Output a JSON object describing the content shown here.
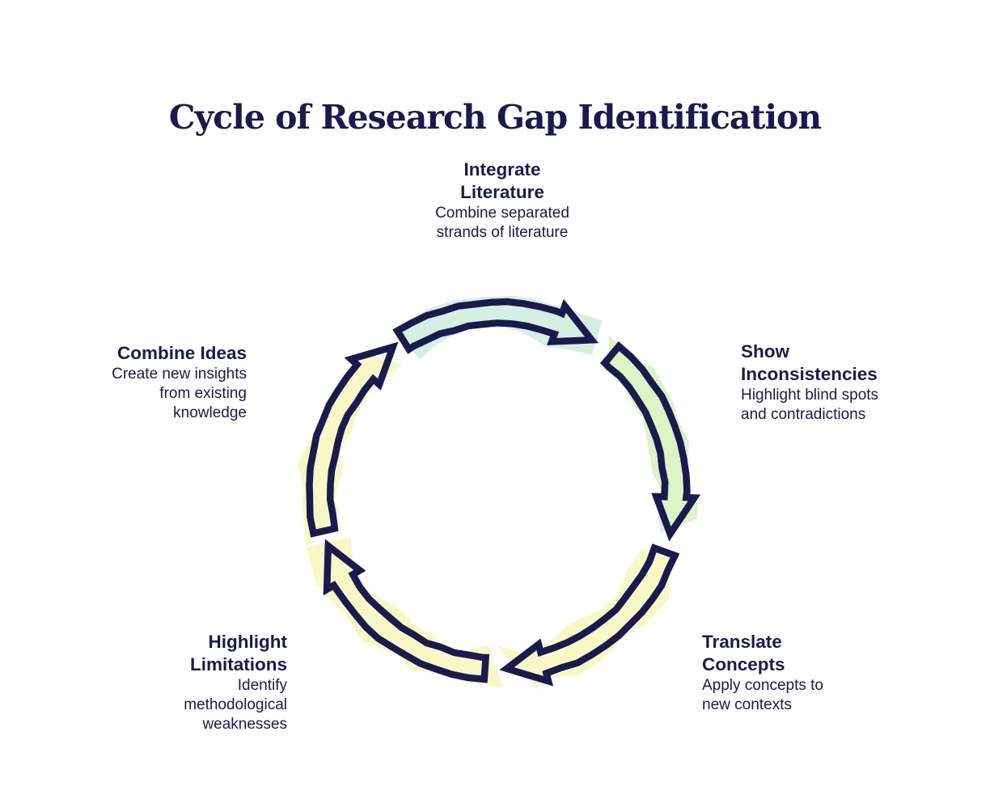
{
  "title": "Cycle of Research Gap Identification",
  "colors": {
    "background": "#ffffff",
    "navy": "#1a1a4f",
    "mint_highlight": "#d5efe2",
    "green_highlight": "#dcf3c6",
    "yellow_highlight": "#f8f8c6"
  },
  "stages": [
    {
      "name": "integrate-literature",
      "position": "top",
      "title_lines": [
        "Integrate",
        "Literature"
      ],
      "desc_lines": [
        "Combine separated",
        "strands of literature"
      ]
    },
    {
      "name": "show-inconsistencies",
      "position": "right",
      "title_lines": [
        "Show",
        "Inconsistencies"
      ],
      "desc_lines": [
        "Highlight blind spots",
        "and contradictions"
      ]
    },
    {
      "name": "translate-concepts",
      "position": "bottom-right",
      "title_lines": [
        "Translate",
        "Concepts"
      ],
      "desc_lines": [
        "Apply concepts to",
        "new contexts"
      ]
    },
    {
      "name": "highlight-limitations",
      "position": "bottom-left",
      "title_lines": [
        "Highlight",
        "Limitations"
      ],
      "desc_lines": [
        "Identify",
        "methodological",
        "weaknesses"
      ]
    },
    {
      "name": "combine-ideas",
      "position": "left",
      "title_lines": [
        "Combine Ideas"
      ],
      "desc_lines": [
        "Create new insights",
        "from existing",
        "knowledge"
      ]
    }
  ],
  "arrows": [
    {
      "name": "arrow-top",
      "from": "integrate-literature",
      "to": "show-inconsistencies",
      "start_angle": -32,
      "end_angle": 32,
      "highlight": "#d5efe2"
    },
    {
      "name": "arrow-right",
      "from": "show-inconsistencies",
      "to": "translate-concepts",
      "start_angle": 40,
      "end_angle": 104,
      "highlight": "#dcf3c6"
    },
    {
      "name": "arrow-bottom-right",
      "from": "translate-concepts",
      "to": "highlight-limitations",
      "start_angle": 110,
      "end_angle": 177,
      "highlight": "#f8f8c6"
    },
    {
      "name": "arrow-bottom-left",
      "from": "highlight-limitations",
      "to": "combine-ideas",
      "start_angle": 184,
      "end_angle": 252,
      "highlight": "#f8f8c6"
    },
    {
      "name": "arrow-left",
      "from": "combine-ideas",
      "to": "integrate-literature",
      "start_angle": 257,
      "end_angle": 324,
      "highlight": "#f8f8c6"
    }
  ]
}
